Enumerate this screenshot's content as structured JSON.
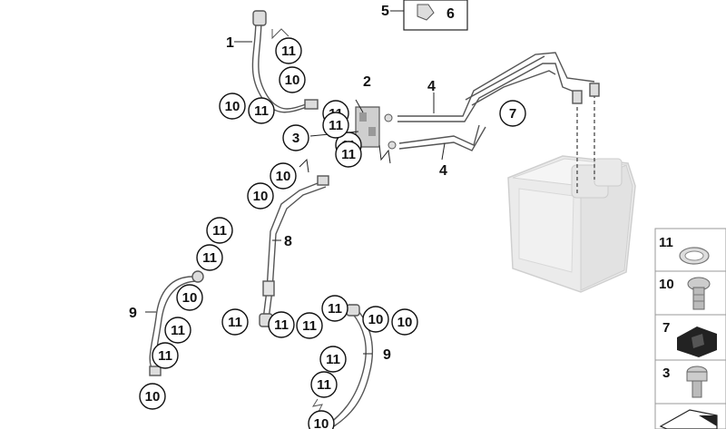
{
  "diagram": {
    "circled_labels": [
      "11",
      "10",
      "10",
      "11",
      "11",
      "3",
      "11",
      "11",
      "10",
      "10",
      "11",
      "11",
      "10",
      "11",
      "11",
      "10",
      "11",
      "11",
      "11",
      "11",
      "10",
      "10",
      "11",
      "11",
      "7",
      "11",
      "10"
    ],
    "plain_labels": [
      "1",
      "2",
      "4",
      "4",
      "5",
      "6",
      "8",
      "9",
      "9"
    ],
    "legend": [
      {
        "number": "11",
        "part": "washer-icon"
      },
      {
        "number": "10",
        "part": "banjo-bolt-icon"
      },
      {
        "number": "7",
        "part": "rubber-mount-icon"
      },
      {
        "number": "3",
        "part": "hex-socket-screw-icon"
      }
    ],
    "colors": {
      "pipe": "#555555",
      "pipe_fill": "#d9d9d9",
      "unit_fill": "#ececec",
      "unit_stroke": "#c8c8c8",
      "label": "#111111"
    }
  }
}
